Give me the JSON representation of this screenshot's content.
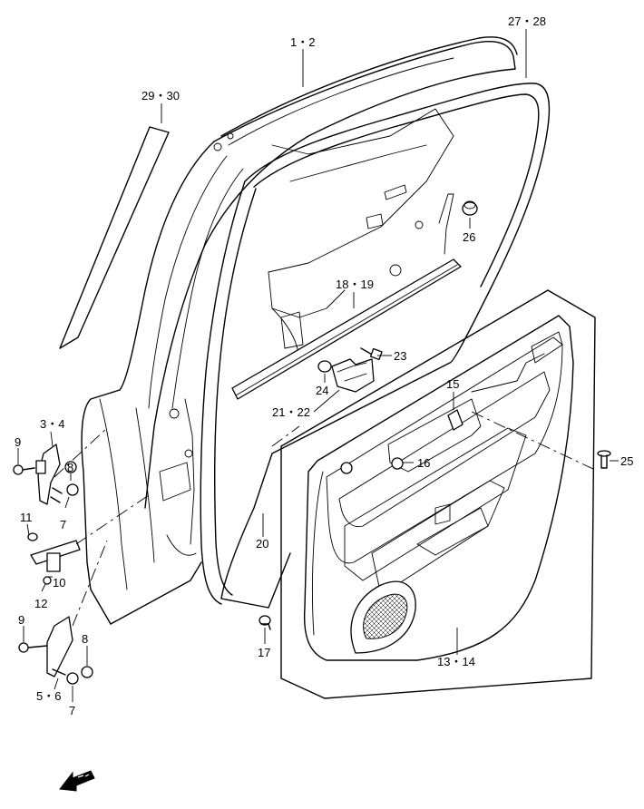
{
  "labels": {
    "l1": "1・2",
    "l2": "27・28",
    "l3": "29・30",
    "l4": "26",
    "l5": "18・19",
    "l6": "23",
    "l7": "24",
    "l8": "21・22",
    "l9": "15",
    "l10": "16",
    "l11": "25",
    "l12": "20",
    "l13": "17",
    "l14": "13・14",
    "l15": "3・4",
    "l16": "9",
    "l17": "8",
    "l18": "7",
    "l19": "11",
    "l20": "10",
    "l21": "12",
    "l22": "9",
    "l23": "8",
    "l24": "5・6",
    "l25": "7"
  },
  "icons": {
    "front_arrow": "fwd-arrow-icon"
  }
}
